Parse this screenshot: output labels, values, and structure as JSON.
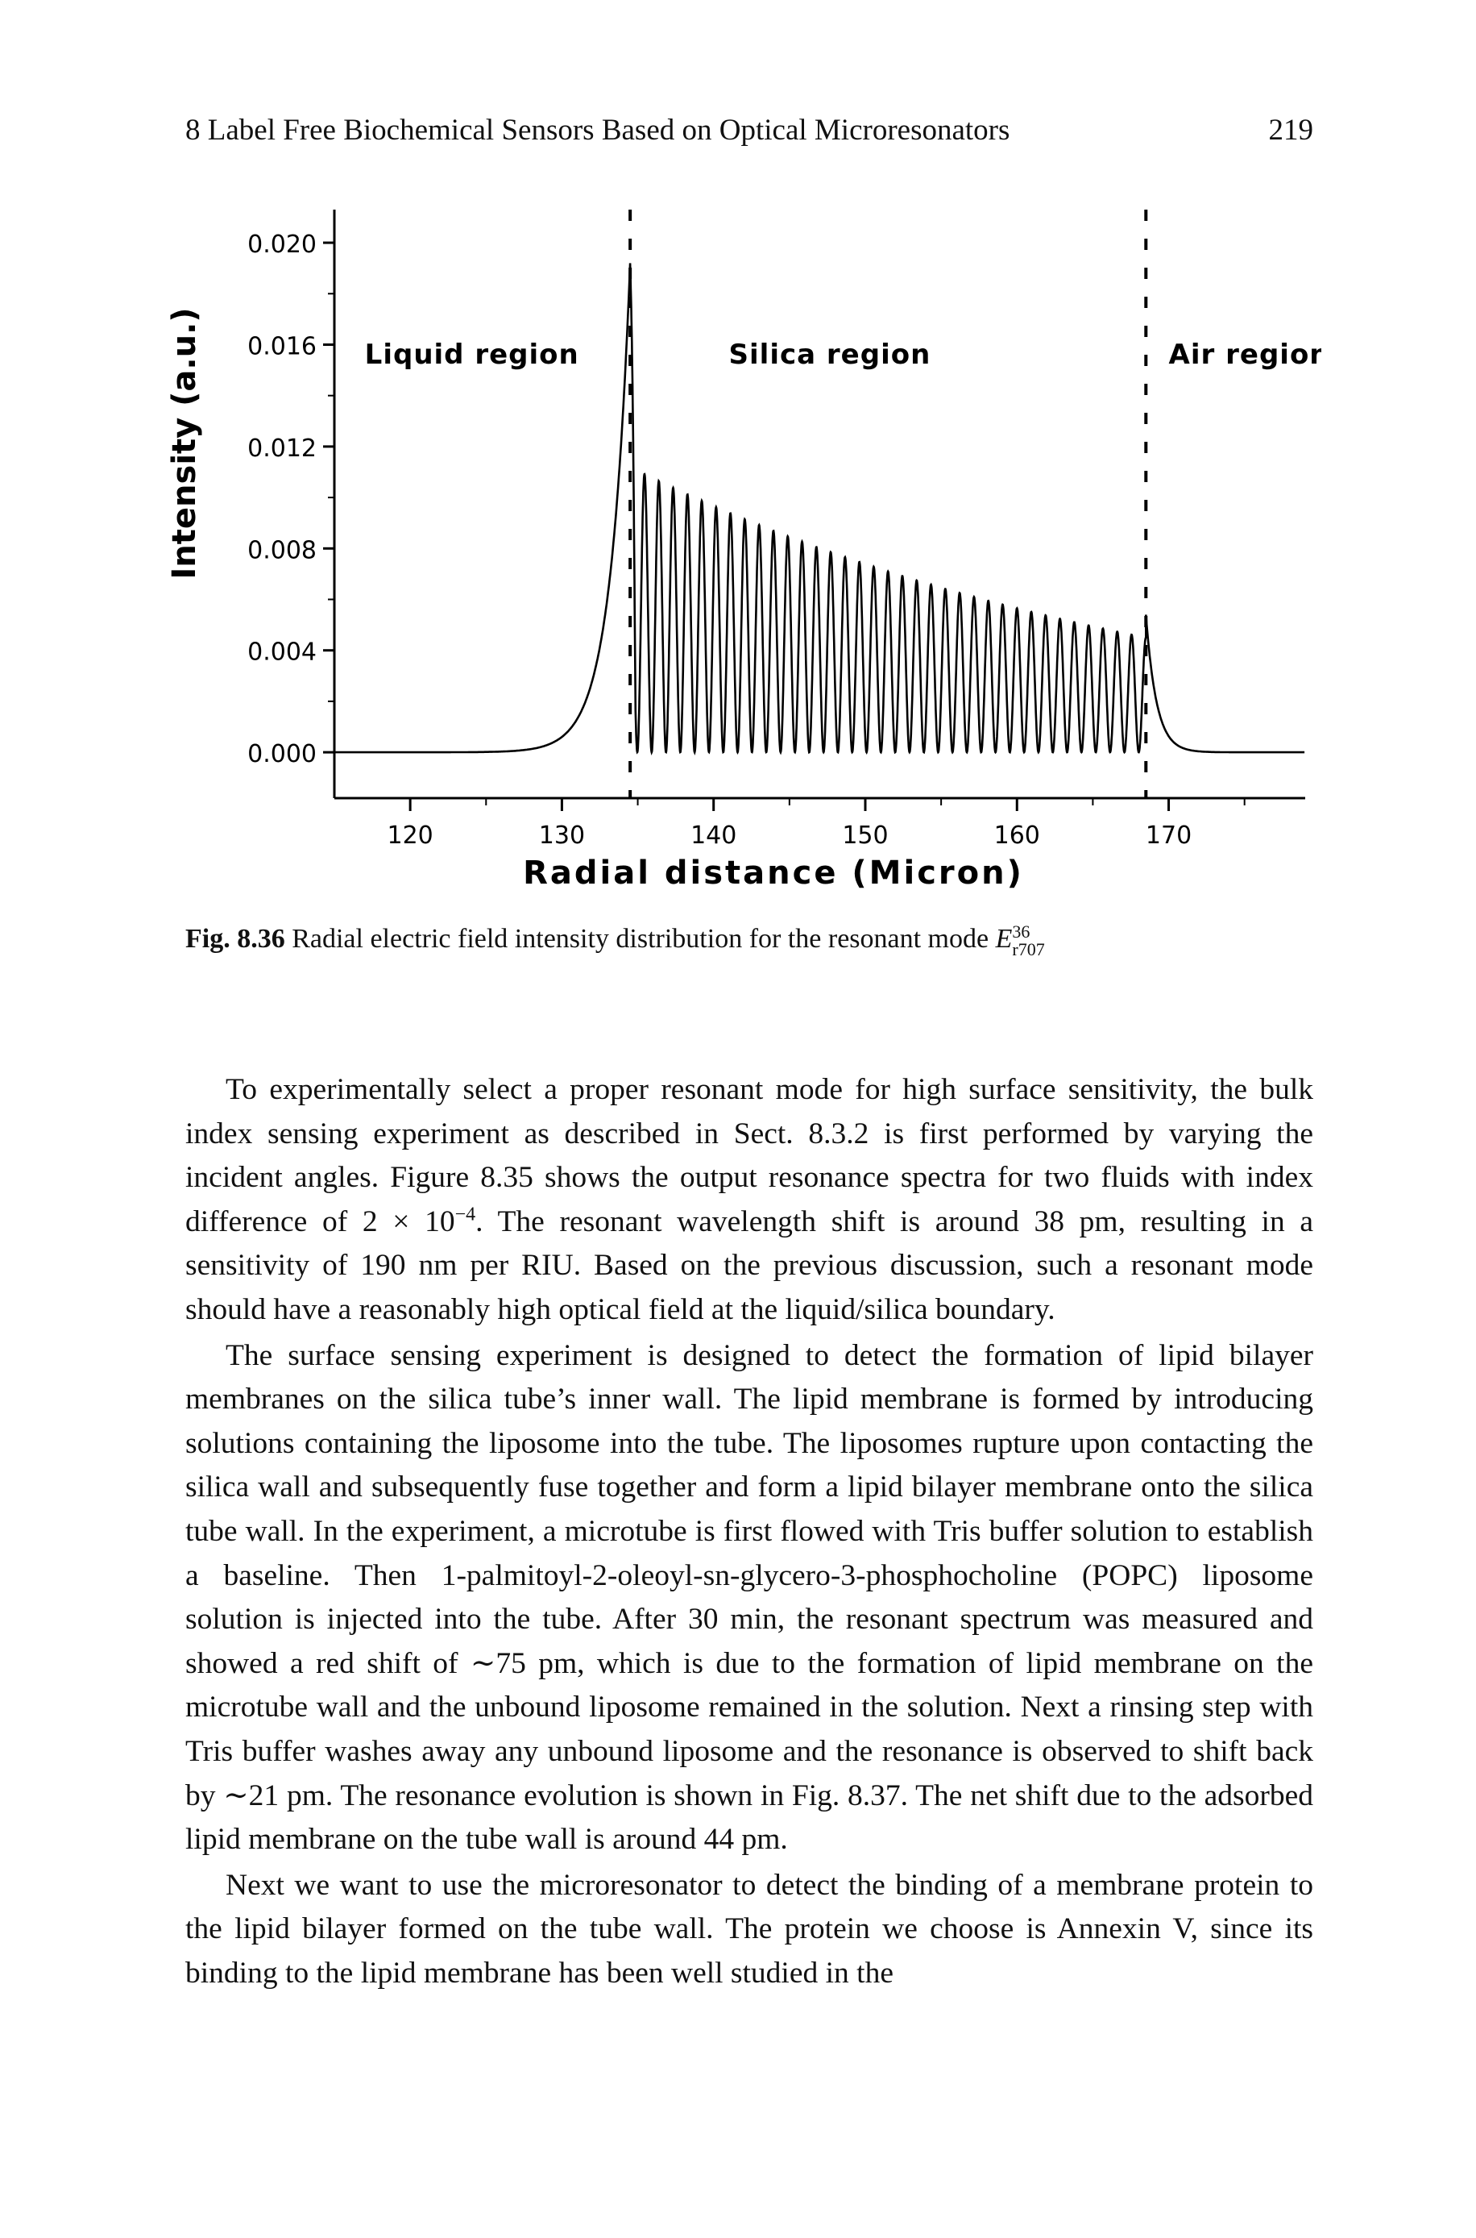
{
  "header": {
    "running_title": "8 Label Free Biochemical Sensors Based on Optical Microresonators",
    "page_number": "219"
  },
  "figure": {
    "caption_label": "Fig. 8.36",
    "caption_text": "Radial electric field intensity distribution for the resonant mode",
    "mode_symbol": "E",
    "mode_superscript": "36",
    "mode_subscript": "r707"
  },
  "chart_data": {
    "type": "line",
    "title": "",
    "xlabel": "Radial distance (Micron)",
    "ylabel": "Intensity (a.u.)",
    "xlim": [
      115,
      179
    ],
    "ylim": [
      -0.0018,
      0.0213
    ],
    "xticks": [
      "120",
      "130",
      "140",
      "150",
      "160",
      "170"
    ],
    "yticks": [
      "0.000",
      "0.004",
      "0.008",
      "0.012",
      "0.016",
      "0.020"
    ],
    "grid": false,
    "legend": "none",
    "line_color": "#000000",
    "boundaries": [
      134.5,
      168.5
    ],
    "region_labels": [
      "Liquid region",
      "Silica region",
      "Air region"
    ],
    "series": [
      {
        "liquid_decay_from": [
          134.5,
          0.0192
        ],
        "baseline": 0.0,
        "oscillations": {
          "start": 134.5,
          "end": 168.5,
          "cycles": 36,
          "envelope_start": 0.0112,
          "envelope_end": 0.0045
        },
        "air_decay_from": [
          168.5,
          0.0054
        ]
      }
    ]
  },
  "paragraphs": [
    "To experimentally select a proper resonant mode for high surface sensitivity, the bulk index sensing experiment as described in Sect. 8.3.2 is first performed by varying the incident angles. Figure 8.35 shows the output resonance spectra for two fluids with index difference of 2 × 10",
    "−4",
    ". The resonant wavelength shift is around 38 pm, resulting in a sensitivity of 190 nm per RIU. Based on the previous discussion, such a resonant mode should have a reasonably high optical field at the liquid/silica boundary.",
    "The surface sensing experiment is designed to detect the formation of lipid bilayer membranes on the silica tube’s inner wall. The lipid membrane is formed by introducing solutions containing the liposome into the tube. The liposomes rupture upon contacting the silica wall and subsequently fuse together and form a lipid bilayer membrane onto the silica tube wall. In the experiment, a microtube is first flowed with Tris buffer solution to establish a baseline. Then 1-palmitoyl-2-oleoyl-sn-glycero-3-phosphocholine (POPC) liposome solution is injected into the tube. After 30 min, the resonant spectrum was measured and showed a red shift of ∼75 pm, which is due to the formation of lipid membrane on the microtube wall and the unbound liposome remained in the solution. Next a rinsing step with Tris buffer washes away any unbound liposome and the resonance is observed to shift back by ∼21 pm. The resonance evolution is shown in Fig. 8.37. The net shift due to the adsorbed lipid membrane on the tube wall is around 44 pm.",
    "Next we want to use the microresonator to detect the binding of a membrane protein to the lipid bilayer formed on the tube wall. The protein we choose is Annexin V, since its binding to the lipid membrane has been well studied in the"
  ]
}
